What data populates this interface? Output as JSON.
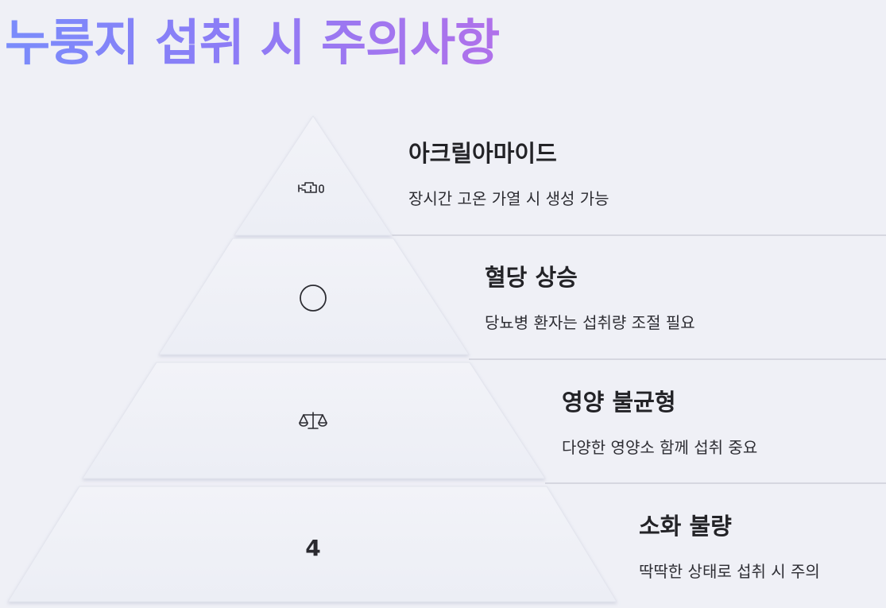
{
  "title": "누룽지 섭취 시 주의사항",
  "tiers": [
    {
      "heading": "아크릴아마이드",
      "description": "장시간 고온 가열 시 생성 가능",
      "icon": "engine-warning-icon"
    },
    {
      "heading": "혈당 상승",
      "description": "당뇨병 환자는 섭취량 조절 필요",
      "icon": "circle-outline-icon"
    },
    {
      "heading": "영양 불균형",
      "description": "다양한 영양소 함께 섭취 중요",
      "icon": "balance-scale-icon"
    },
    {
      "heading": "소화 불량",
      "description": "딱딱한 상태로 섭취 시 주의",
      "number": "4"
    }
  ]
}
